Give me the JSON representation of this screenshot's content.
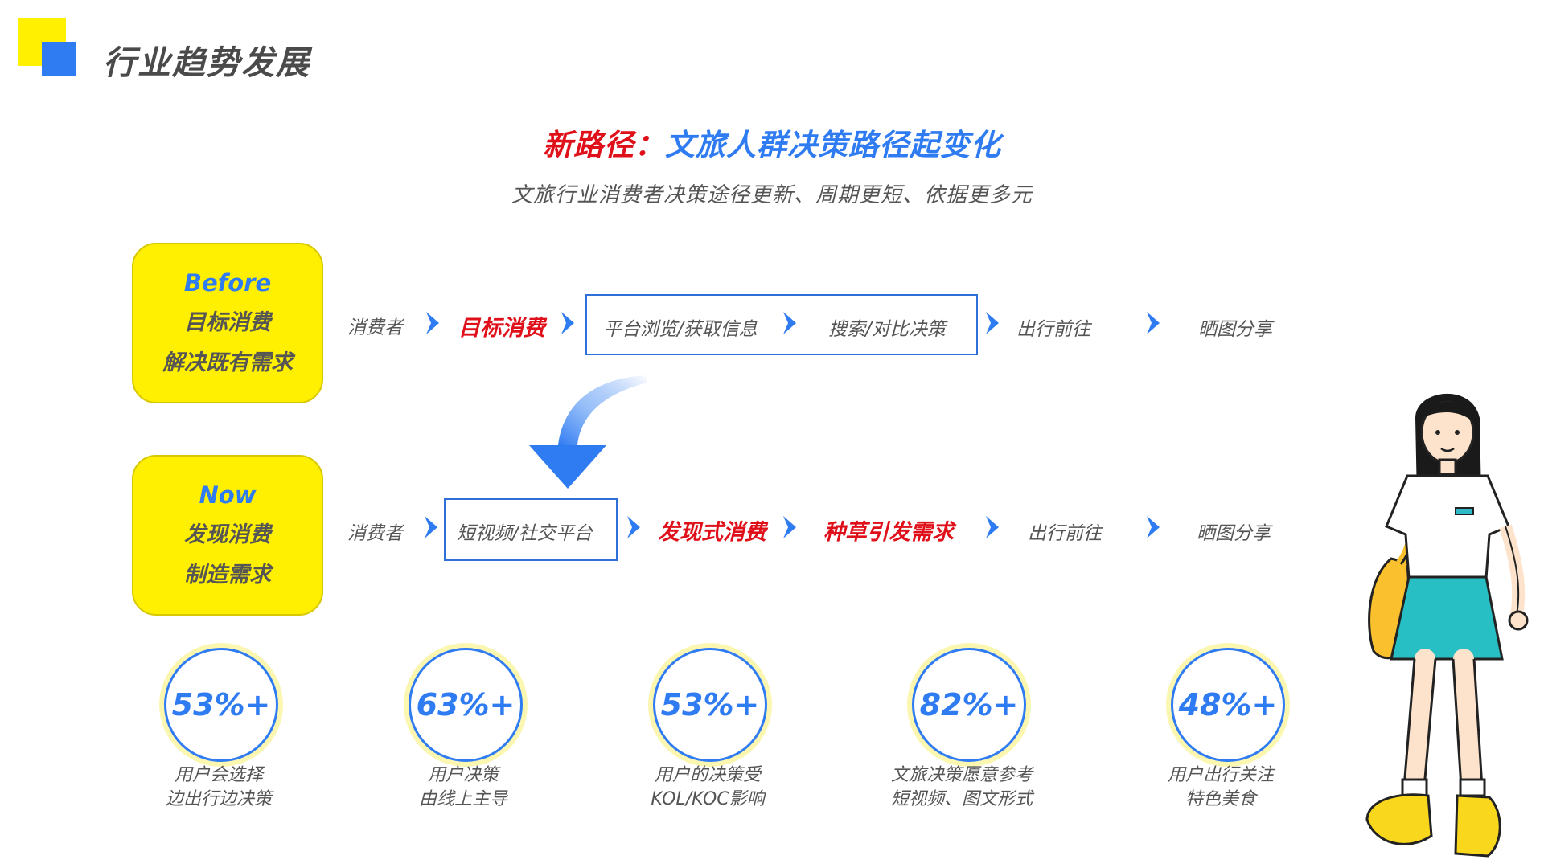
{
  "page_title": "行业趋势发展",
  "headline": {
    "red_part": "新路径：",
    "blue_part": "文旅人群决策路径起变化"
  },
  "subtitle": "文旅行业消费者决策途径更新、周期更短、依据更多元",
  "before": {
    "tag": "Before",
    "line1": "目标消费",
    "line2": "解决既有需求",
    "steps": [
      "消费者",
      "目标消费",
      "平台浏览/获取信息",
      "搜索/对比决策",
      "出行前往",
      "晒图分享"
    ]
  },
  "now": {
    "tag": "Now",
    "line1": "发现消费",
    "line2": "制造需求",
    "steps": [
      "消费者",
      "短视频/社交平台",
      "发现式消费",
      "种草引发需求",
      "出行前往",
      "晒图分享"
    ]
  },
  "stats": [
    {
      "value": "53%+",
      "line1": "用户会选择",
      "line2": "边出行边决策"
    },
    {
      "value": "63%+",
      "line1": "用户决策",
      "line2": "由线上主导"
    },
    {
      "value": "53%+",
      "line1": "用户的决策受",
      "line2": "KOL/KOC影响"
    },
    {
      "value": "82%+",
      "line1": "文旅决策愿意参考",
      "line2": "短视频、图文形式"
    },
    {
      "value": "48%+",
      "line1": "用户出行关注",
      "line2": "特色美食"
    }
  ],
  "colors": {
    "blue": "#2F7BF2",
    "red": "#E0101A",
    "yellow": "#FFEF00",
    "text": "#555555"
  },
  "icons": [
    "chevron-right-icon",
    "curved-arrow-down-icon",
    "girl-illustration"
  ]
}
